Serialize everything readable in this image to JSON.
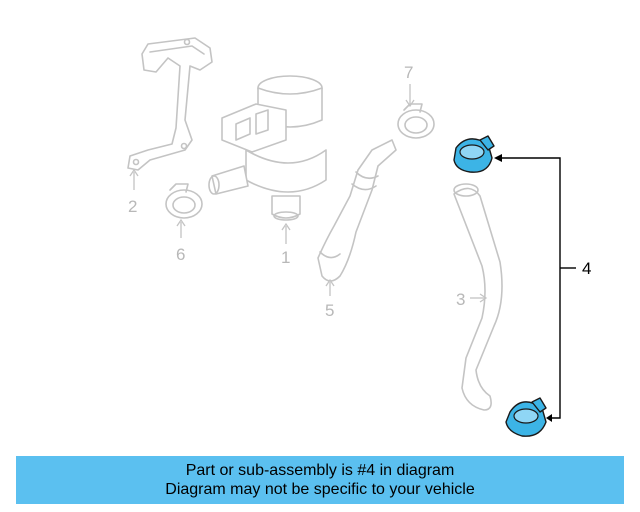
{
  "diagram": {
    "callouts": {
      "c1": "1",
      "c2": "2",
      "c3": "3",
      "c4": "4",
      "c5": "5",
      "c6": "6",
      "c7": "7"
    },
    "highlight_color": "#3cb4e6",
    "highlighted_part": "4"
  },
  "banner": {
    "line1": "Part or sub-assembly is #4 in diagram",
    "line2": "Diagram may not be specific to your vehicle",
    "background": "#5bc0f0"
  }
}
